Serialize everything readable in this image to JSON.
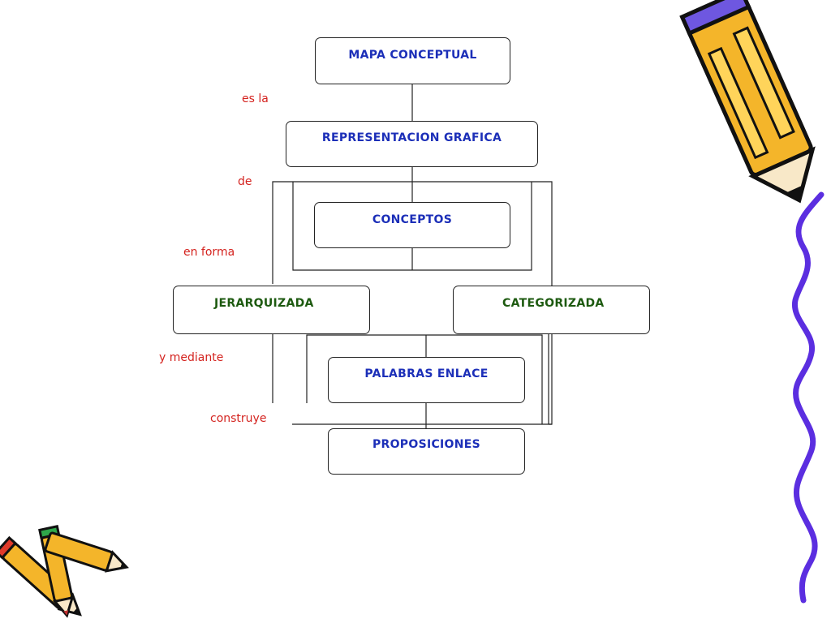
{
  "colors": {
    "node_text_blue": "#1c2fb8",
    "node_text_green": "#1d5a10",
    "link_text_red": "#d4231f",
    "line": "#222222",
    "pencil_body": "#f4b52a",
    "pencil_outline": "#111111",
    "squiggle": "#5b2ee0"
  },
  "nodes": {
    "mapa_conceptual": "MAPA CONCEPTUAL",
    "representacion_grafica": "REPRESENTACION GRAFICA",
    "conceptos": "CONCEPTOS",
    "jerarquizada": "JERARQUIZADA",
    "categorizada": "CATEGORIZADA",
    "palabras_enlace": "PALABRAS ENLACE",
    "proposiciones": "PROPOSICIONES"
  },
  "links": {
    "es_la": "es  la",
    "de": "de",
    "en_forma": "en forma",
    "y_mediante": "y mediante",
    "construye": "construye"
  },
  "decorations": [
    "pencil-icon",
    "pencils-icon",
    "wavy-border"
  ]
}
